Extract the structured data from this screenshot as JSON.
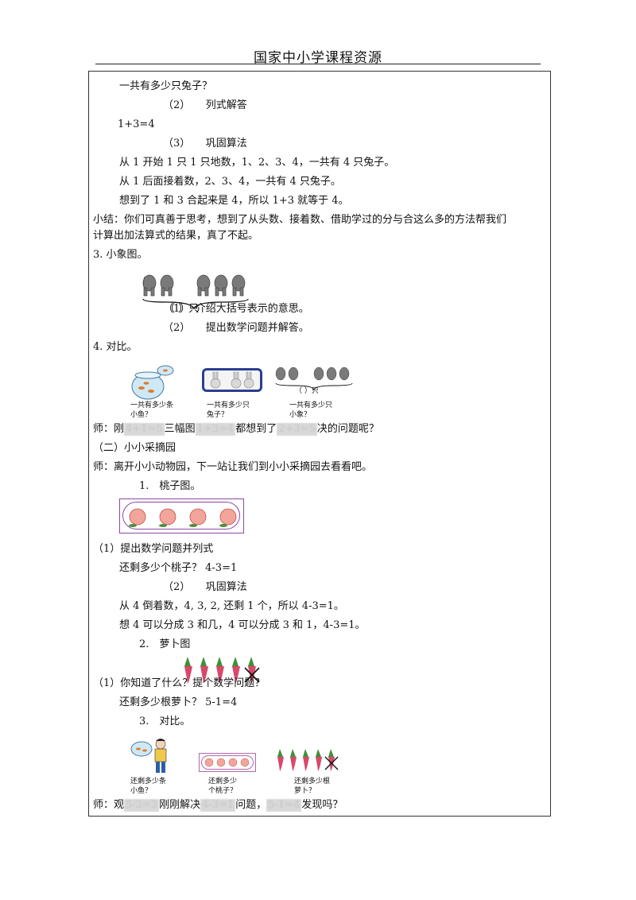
{
  "header": {
    "title": "国家中小学课程资源"
  },
  "lines": {
    "l1": "一共有多少只兔子？",
    "l2": "（2）　　列式解答",
    "l3": "1+3=4",
    "l4": "（3）　　巩固算法",
    "l5": "从 1 开始 1 只 1 只地数，1、2、3、4，一共有 4 只兔子。",
    "l6": "从 1 后面接着数，2、3、4，一共有 4 只兔子。",
    "l7": "想到了 1 和 3 合起来是 4，所以 1+3 就等于 4。",
    "l8": "小结：你们可真善于思考，想到了从头数、接着数、借助学过的分与合这么多的方法帮我们",
    "l9": "计算出加法算式的结果，真了不起。",
    "l10": "3. 小象图。",
    "l11_prefix": "（",
    "l11_num": "1",
    "l11_rest": "）　介绍大括号表示的意思。",
    "l12": "（2）　　提出数学问题并解答。",
    "l13": "4. 对比。",
    "l14_a": "师：刚",
    "l14_b": "三幅图",
    "l14_c": "都想到了",
    "l14_d": "决的问题呢？",
    "l15": "（二）小小采摘园",
    "l16": "师：离开小小动物园，下一站让我们到小小采摘园去看看吧。",
    "l17": "1.　桃子图。",
    "l18": "（1）提出数学问题并列式",
    "l19": "还剩多少个桃子？ 4-3=1",
    "l20": "（2）　　巩固算法",
    "l21": "从 4 倒着数，4, 3, 2, 还剩 1 个，所以 4-3=1。",
    "l22": "想 4 可以分成 3 和几，4 可以分成 3 和 1，4-3=1。",
    "l23": "2.　萝卜图",
    "l24": "（1）你知道了什么？提个数学问题？",
    "l25": "还剩多少根萝卜？ 5-1=4",
    "l26": "3.　对比。",
    "l27_a": "师：观",
    "l27_b": "刚刚解决",
    "l27_c": "问题，",
    "l27_d": "发现吗？"
  },
  "blurred": {
    "b1": "4+1=5",
    "b2": "1+3=4",
    "b3": "2+3=5",
    "b4": "5-2=3",
    "b5": "4-3=1",
    "b6": "5-1=4"
  },
  "captions": {
    "elephant_bracket": "（ ）只",
    "compare_elephant_bracket": "（ ）只",
    "fish_q_1": "一共有多少条",
    "fish_q_2": "小鱼？",
    "rabbit_q_1": "一共有多少只",
    "rabbit_q_2": "兔子？",
    "elephant_q_1": "一共有多少只",
    "elephant_q_2": "小象？",
    "fish2_q_1": "还剩多少条",
    "fish2_q_2": "小鱼？",
    "peach_q_1": "还剩多少",
    "peach_q_2": "个桃子？",
    "radish_q_1": "还剩多少根",
    "radish_q_2": "萝卜？"
  },
  "colors": {
    "peach_frame": "#8b4aa0",
    "rabbit_frame": "#2a3f8f",
    "radish_leaf": "#3f8f3a",
    "radish_root": "#d8486a",
    "peach": "#f2a59a"
  }
}
